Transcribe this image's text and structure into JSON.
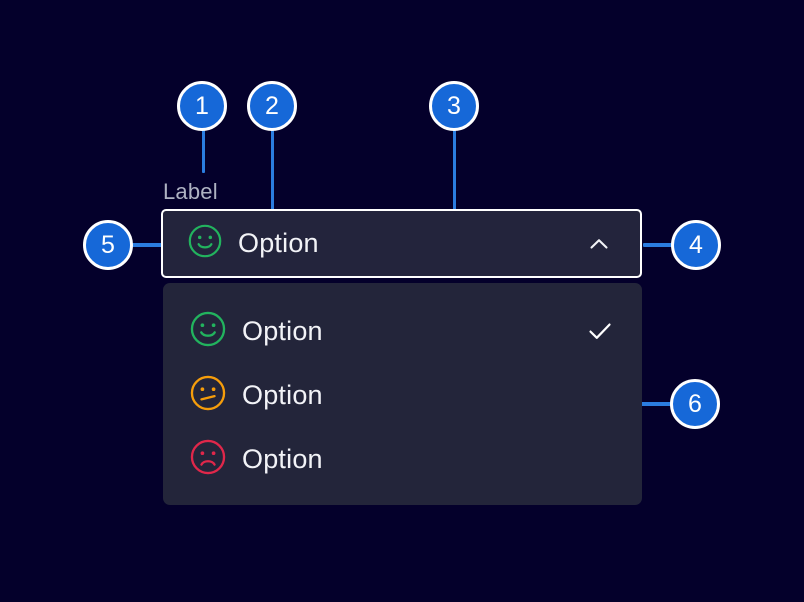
{
  "theme": {
    "background": "#04002b",
    "surface": "#23243c",
    "panel": "#23253a",
    "border": "#ffffff",
    "accent": "#1668d8",
    "connector": "#2b7de0",
    "text_primary": "#f2f3f7",
    "text_label": "#aeb2c2",
    "happy_color": "#22b35e",
    "neutral_color": "#f59d0b",
    "sad_color": "#e0274a"
  },
  "field": {
    "label": "Label",
    "selected_value": "Option",
    "selected_icon": "happy-face-icon",
    "expanded": true,
    "chevron_icon": "chevron-up-icon"
  },
  "dropdown": {
    "options": [
      {
        "label": "Option",
        "icon": "happy-face-icon",
        "color": "#22b35e",
        "selected": true
      },
      {
        "label": "Option",
        "icon": "neutral-face-icon",
        "color": "#f59d0b",
        "selected": false
      },
      {
        "label": "Option",
        "icon": "sad-face-icon",
        "color": "#e0274a",
        "selected": false
      }
    ],
    "check_icon": "check-icon"
  },
  "callouts": [
    {
      "number": "1",
      "target": "field-label"
    },
    {
      "number": "2",
      "target": "leading-icon"
    },
    {
      "number": "3",
      "target": "select-field"
    },
    {
      "number": "4",
      "target": "chevron-toggle"
    },
    {
      "number": "5",
      "target": "select-container"
    },
    {
      "number": "6",
      "target": "dropdown-panel"
    }
  ]
}
